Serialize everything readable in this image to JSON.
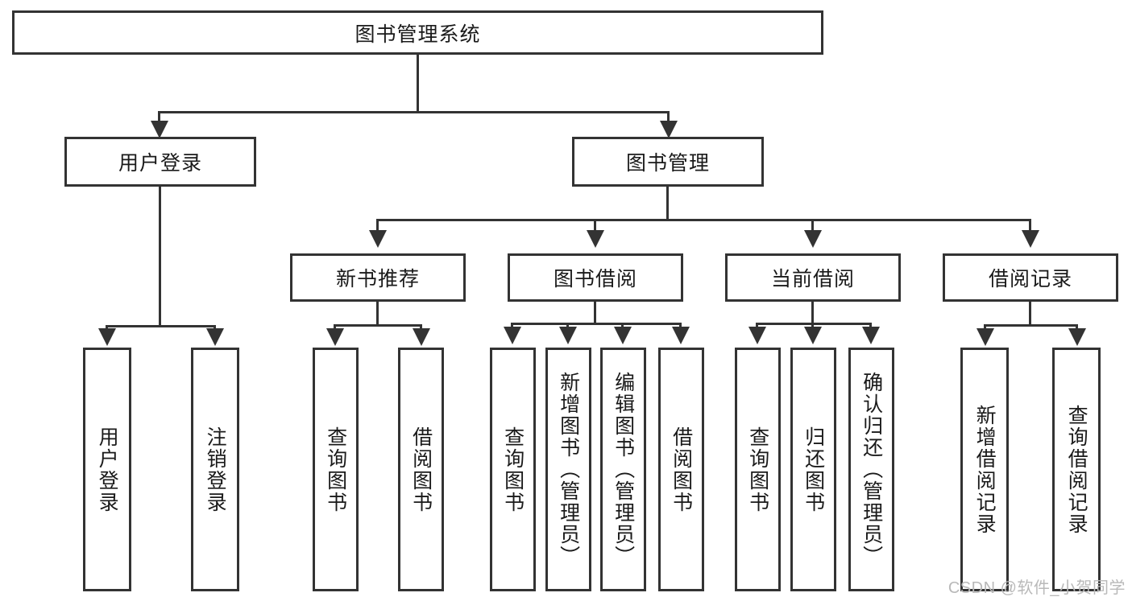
{
  "diagram": {
    "title": "图书管理系统",
    "type": "hierarchy-tree",
    "colors": {
      "stroke": "#333333",
      "fill": "#FFFFFF",
      "text": "#1A1A1A",
      "watermark": "#B9B9B9"
    },
    "levels": {
      "root": {
        "label": "图书管理系统"
      },
      "level2": [
        {
          "label": "用户登录"
        },
        {
          "label": "图书管理"
        }
      ],
      "level3": [
        {
          "label": "新书推荐"
        },
        {
          "label": "图书借阅"
        },
        {
          "label": "当前借阅"
        },
        {
          "label": "借阅记录"
        }
      ],
      "leaves_user_login": [
        {
          "label": "用户登录"
        },
        {
          "label": "注销登录"
        }
      ],
      "leaves_new_book": [
        {
          "label": "查询图书"
        },
        {
          "label": "借阅图书"
        }
      ],
      "leaves_book_borrow": [
        {
          "label": "查询图书"
        },
        {
          "label": "新增图书（管理员）"
        },
        {
          "label": "编辑图书（管理员）"
        },
        {
          "label": "借阅图书"
        }
      ],
      "leaves_current_borrow": [
        {
          "label": "查询图书"
        },
        {
          "label": "归还图书"
        },
        {
          "label": "确认归还（管理员）"
        }
      ],
      "leaves_borrow_record": [
        {
          "label": "新增借阅记录"
        },
        {
          "label": "查询借阅记录"
        }
      ]
    },
    "watermark": "CSDN @软件_小贺同学"
  }
}
